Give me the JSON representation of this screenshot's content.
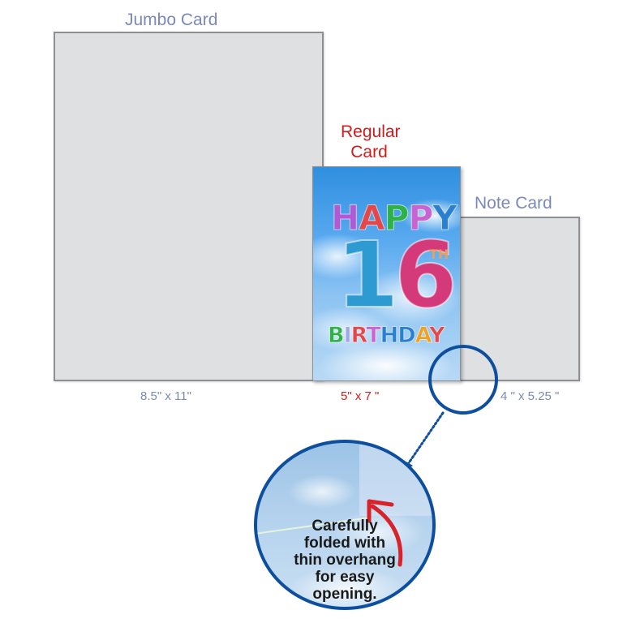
{
  "jumbo": {
    "title": "Jumbo Card",
    "size": "8.5\"   x 11\""
  },
  "regular": {
    "title_line1": "Regular",
    "title_line2": "Card",
    "size": "5\" x 7 \""
  },
  "note": {
    "title": "Note Card",
    "size": "4 \" x 5.25 \""
  },
  "card_art": {
    "happy": [
      "H",
      "A",
      "P",
      "P",
      "Y"
    ],
    "happy_colors": [
      "#b05ad6",
      "#e2474a",
      "#2fb14a",
      "#c763d2",
      "#2a7fd0"
    ],
    "number": [
      "1",
      "6"
    ],
    "number_colors": [
      "#2d9bd2",
      "#d43a7a"
    ],
    "suffix": "TH",
    "birthday": [
      "B",
      "I",
      "R",
      "T",
      "H",
      "D",
      "A",
      "Y"
    ],
    "birthday_colors": [
      "#2fb14a",
      "#9fa8e6",
      "#e2474a",
      "#c763d2",
      "#2a7fd0",
      "#2a7fd0",
      "#f0a020",
      "#e2474a"
    ]
  },
  "callout": {
    "lines": [
      "Carefully",
      "folded with",
      "thin overhang",
      "for easy",
      "opening."
    ]
  },
  "colors": {
    "accent_blue": "#0d4f9e",
    "label_gray_blue": "#7b88b8",
    "regular_red": "#d11a1a",
    "arrow_red": "#d8232a"
  }
}
